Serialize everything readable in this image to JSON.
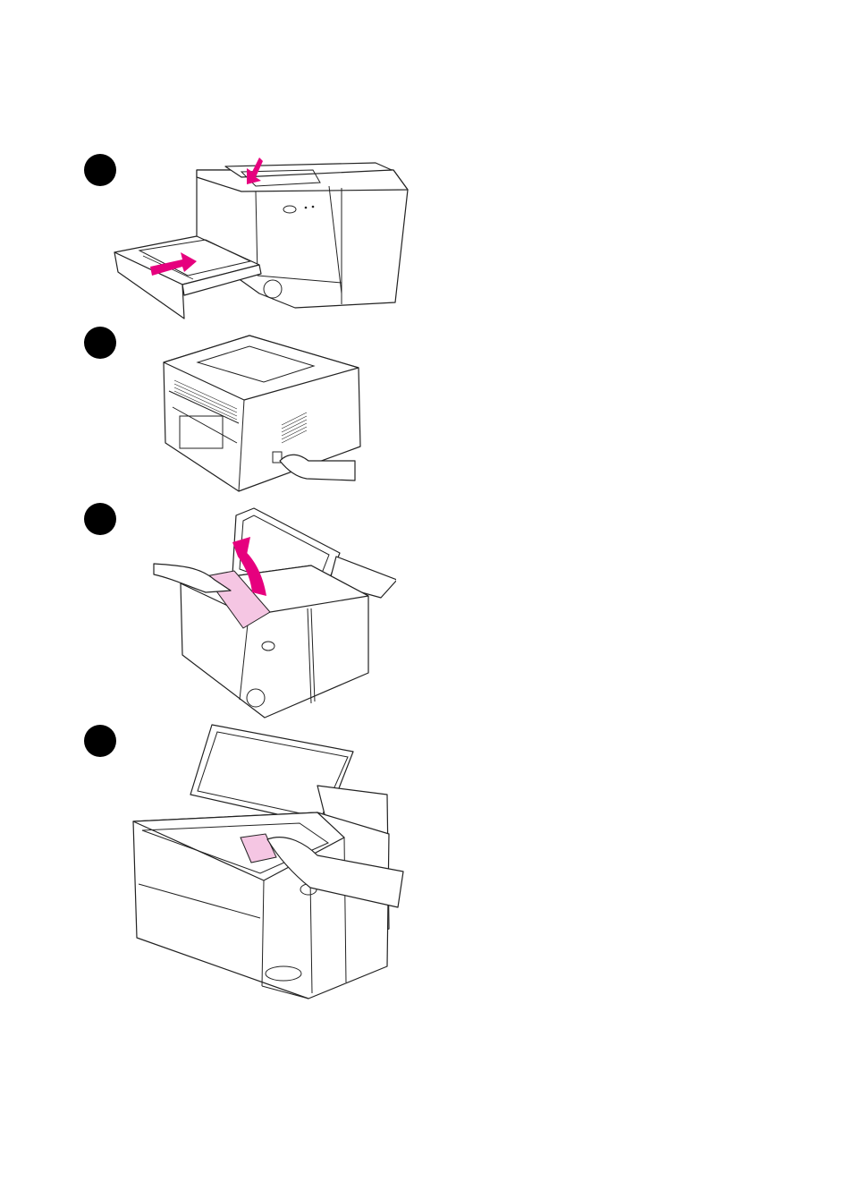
{
  "steps": [
    {
      "id": "1",
      "illustration": "reinsert-paper-tray-and-close-output-bin"
    },
    {
      "id": "2",
      "illustration": "press-power-switch-on-rear-side"
    },
    {
      "id": "3",
      "illustration": "lift-out-toner-cartridge-from-open-top-cover"
    },
    {
      "id": "4",
      "illustration": "remove-jammed-paper-from-feed-area"
    }
  ],
  "colors": {
    "step_marker": "#000000",
    "highlight": "#e6007e",
    "toner": "#f5c6e3"
  }
}
